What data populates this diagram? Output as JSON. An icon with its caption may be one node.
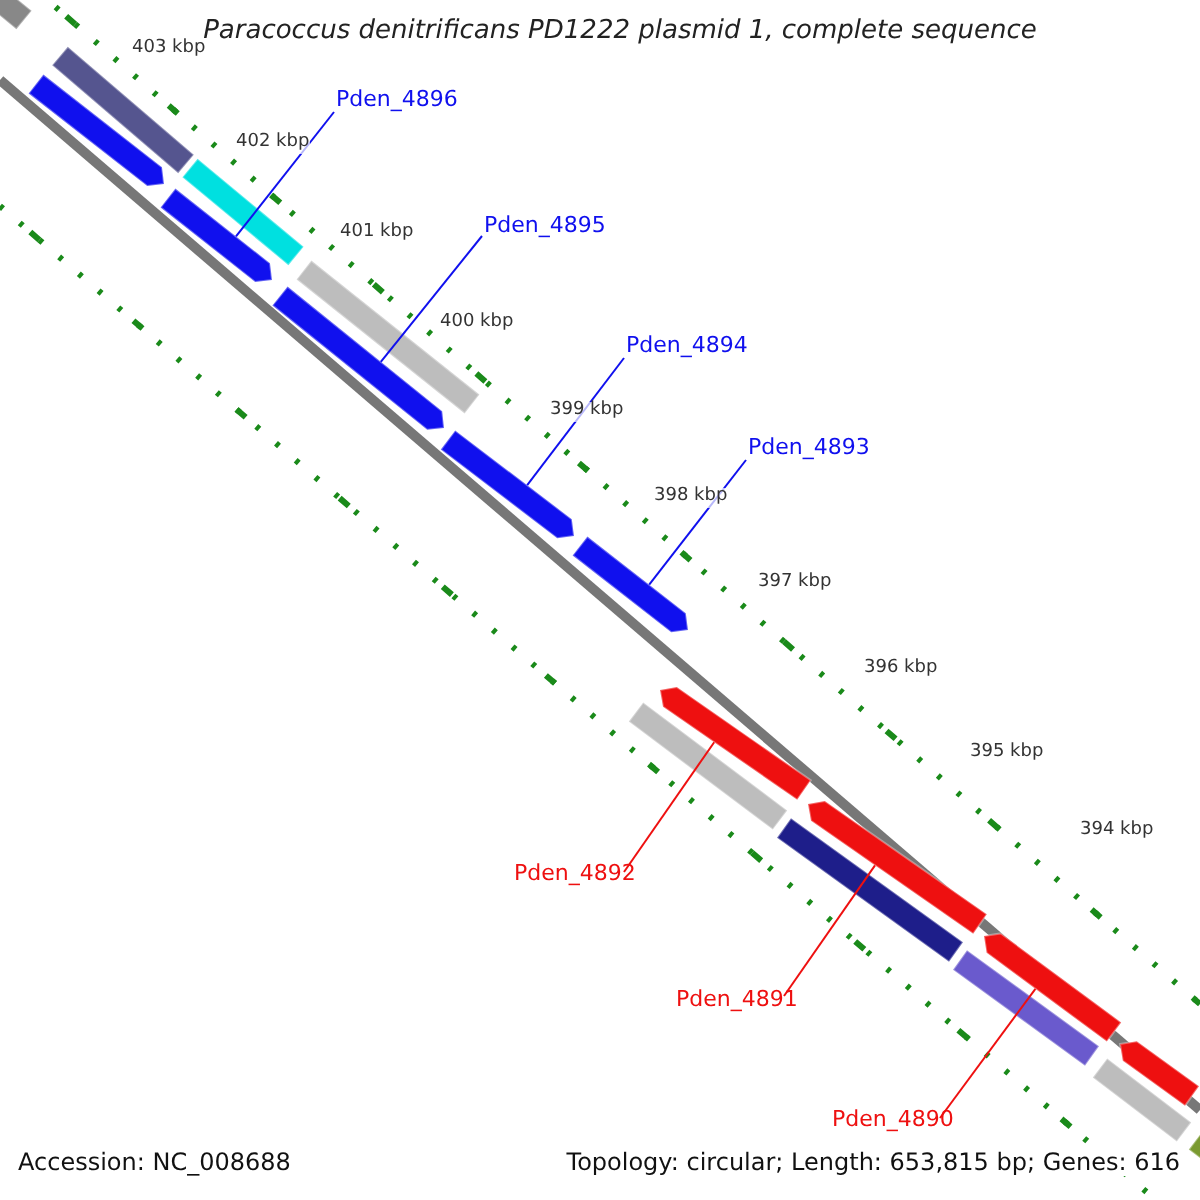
{
  "diagram": {
    "title": "Paracoccus denitrificans PD1222 plasmid 1, complete sequence",
    "nodes": [
      {
        "text": [
          "Pden_4896"
        ]
      },
      {
        "text": [
          "Pden_4895"
        ]
      },
      {
        "text": [
          "Pden_4894"
        ]
      },
      {
        "text": [
          "Pden_4893"
        ]
      },
      {
        "text": [
          "Pden_4892"
        ]
      },
      {
        "text": [
          "Pden_4891"
        ]
      },
      {
        "text": [
          "Pden_4890"
        ]
      },
      {
        "text": [],
        "shape": "bar"
      },
      {
        "text": [],
        "shape": "bar"
      },
      {
        "text": [],
        "shape": "bar"
      },
      {
        "text": [],
        "shape": "bar"
      },
      {
        "text": [],
        "shape": "bar"
      },
      {
        "text": [],
        "shape": "bar"
      },
      {
        "text": [],
        "shape": "bar"
      },
      {
        "text": [],
        "shape": "bar"
      },
      {
        "text": [],
        "shape": "bar"
      },
      {
        "text": [],
        "shape": "bar"
      },
      {
        "text": [],
        "shape": "bar"
      },
      {
        "text": [],
        "shape": "bar"
      },
      {
        "text": [],
        "shape": "bar"
      },
      {
        "text": [],
        "shape": "bar"
      },
      {
        "text": [],
        "shape": "bar"
      },
      {
        "text": [],
        "shape": "bar"
      },
      {
        "text": [],
        "shape": "bar"
      },
      {
        "text": [],
        "shape": "bar"
      }
    ],
    "edges": [
      {
        "from": 0,
        "to": 12,
        "arrow": "none"
      },
      {
        "from": 1,
        "to": 13,
        "arrow": "none"
      },
      {
        "from": 2,
        "to": 14,
        "arrow": "none"
      },
      {
        "from": 3,
        "to": 15,
        "arrow": "none"
      },
      {
        "from": 4,
        "to": 16,
        "arrow": "none",
        "color": "#ee1010"
      },
      {
        "from": 5,
        "to": 17,
        "arrow": "none",
        "color": "#ee1010"
      },
      {
        "from": 6,
        "to": 18,
        "arrow": "none",
        "color": "#ee1010"
      }
    ],
    "labels": [
      "403 kbp",
      "402 kbp",
      "401 kbp",
      "400 kbp",
      "399 kbp",
      "398 kbp",
      "397 kbp",
      "396 kbp",
      "395 kbp",
      "394 kbp",
      "Accession: NC_008688",
      "Topology: circular; Length: 653,815 bp; Genes: 616"
    ]
  }
}
